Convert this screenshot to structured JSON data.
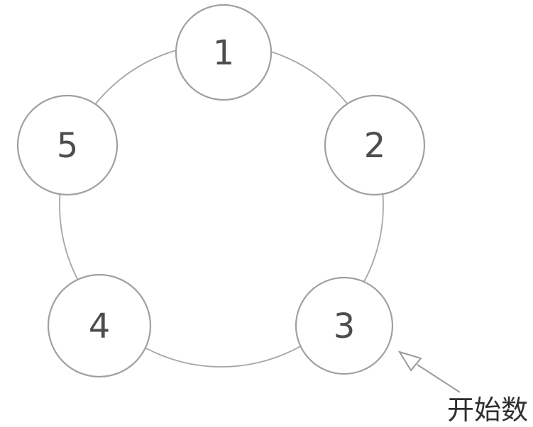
{
  "diagram": {
    "type": "circular-counting-diagram",
    "title": "",
    "nodes": [
      {
        "label": "1"
      },
      {
        "label": "2"
      },
      {
        "label": "3"
      },
      {
        "label": "4"
      },
      {
        "label": "5"
      }
    ],
    "annotation": {
      "label": "开始数",
      "points_to_node": "3"
    },
    "colors": {
      "ring_stroke": "#a6a6a6",
      "node_stroke": "#a0a0a0",
      "node_fill": "#ffffff",
      "number_text": "#4d4d4d",
      "annotation_text": "#2f2f2f",
      "background": "#ffffff"
    }
  }
}
